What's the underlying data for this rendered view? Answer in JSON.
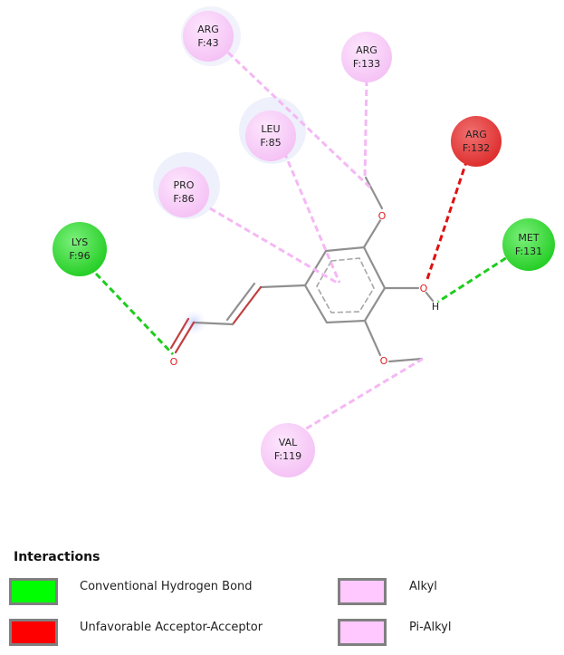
{
  "residues": [
    {
      "id": "arg43",
      "name": "ARG",
      "chain": "F:43",
      "type": "alkyl"
    },
    {
      "id": "arg133",
      "name": "ARG",
      "chain": "F:133",
      "type": "alkyl"
    },
    {
      "id": "leu85",
      "name": "LEU",
      "chain": "F:85",
      "type": "alkyl"
    },
    {
      "id": "arg132",
      "name": "ARG",
      "chain": "F:132",
      "type": "unfavorable"
    },
    {
      "id": "pro86",
      "name": "PRO",
      "chain": "F:86",
      "type": "alkyl"
    },
    {
      "id": "lys96",
      "name": "LYS",
      "chain": "F:96",
      "type": "hbond"
    },
    {
      "id": "met131",
      "name": "MET",
      "chain": "F:131",
      "type": "hbond"
    },
    {
      "id": "val119",
      "name": "VAL",
      "chain": "F:119",
      "type": "alkyl"
    }
  ],
  "atoms": {
    "o_top": "O",
    "o_oh": "O",
    "h": "H",
    "o_bottom": "O",
    "o_carbonyl": "O"
  },
  "legend": {
    "title": "Interactions",
    "items": [
      {
        "label": "Conventional Hydrogen Bond",
        "color": "#00ff00"
      },
      {
        "label": "Unfavorable Acceptor-Acceptor",
        "color": "#ff0000"
      },
      {
        "label": "Alkyl",
        "color": "#ffc8ff"
      },
      {
        "label": "Pi-Alkyl",
        "color": "#ffc8ff"
      }
    ]
  },
  "colors": {
    "hbond": "#1fcc1f",
    "unfavorable": "#e01010",
    "alkyl": "#f4b8f4",
    "oxygen": "#e02020",
    "bond": "#909090",
    "conj_bond": "#c04040"
  }
}
